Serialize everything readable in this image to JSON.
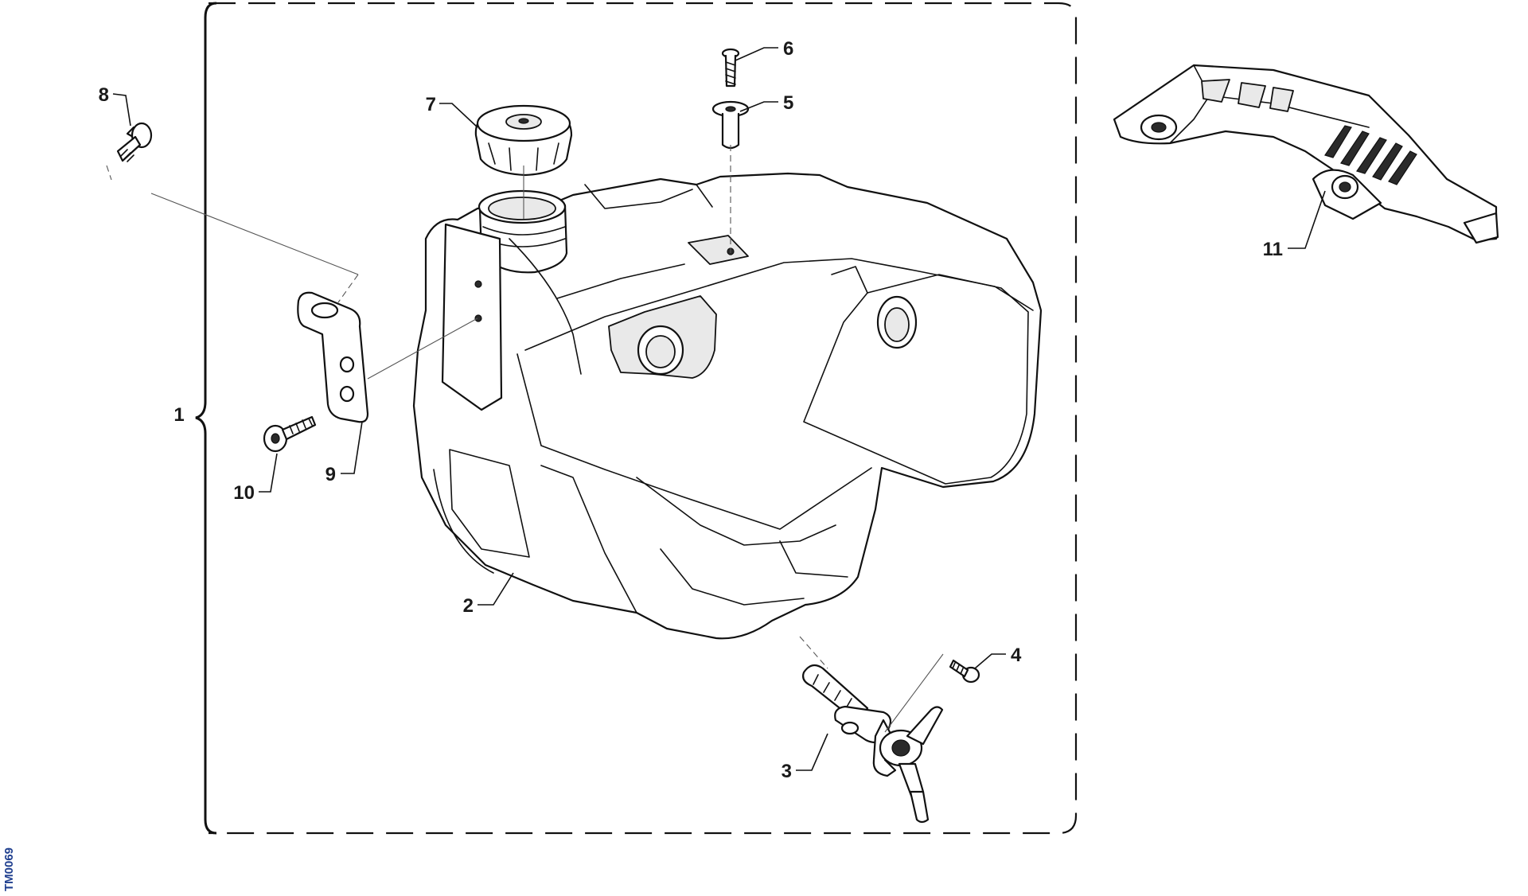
{
  "diagram": {
    "drawing_code": "TM0069",
    "callouts": [
      {
        "id": "assembly",
        "label": "1"
      },
      {
        "id": "tank",
        "label": "2"
      },
      {
        "id": "fuel-tap",
        "label": "3"
      },
      {
        "id": "tap-screw",
        "label": "4"
      },
      {
        "id": "grommet",
        "label": "5"
      },
      {
        "id": "tank-screw",
        "label": "6"
      },
      {
        "id": "filler-cap",
        "label": "7"
      },
      {
        "id": "bracket-bolt",
        "label": "8"
      },
      {
        "id": "bracket",
        "label": "9"
      },
      {
        "id": "bracket-screw",
        "label": "10"
      },
      {
        "id": "cover",
        "label": "11"
      }
    ],
    "colors": {
      "linework": "#111111",
      "code_text": "#1f3f8f",
      "background": "#ffffff"
    }
  }
}
